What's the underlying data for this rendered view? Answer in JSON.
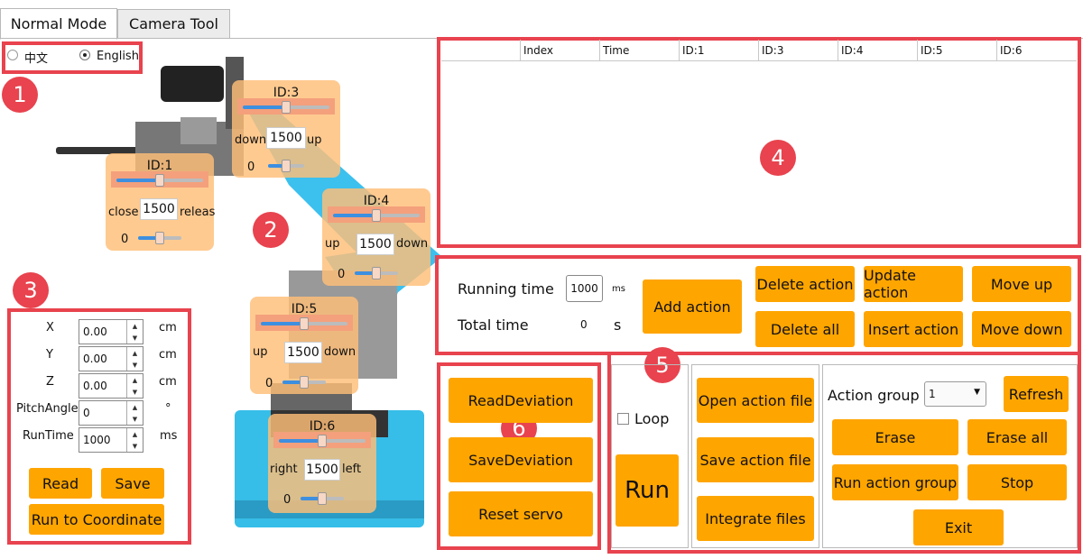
{
  "tabs": [
    {
      "label": "Normal Mode"
    },
    {
      "label": "Camera Tool"
    }
  ],
  "language": {
    "option_cn": "中文",
    "option_en": "English",
    "selected": "English"
  },
  "badges": [
    "1",
    "2",
    "3",
    "4",
    "5",
    "6"
  ],
  "servos": {
    "id1": {
      "title": "ID:1",
      "left_label": "close",
      "value": "1500",
      "right_label": "releas",
      "deviation": "0"
    },
    "id3": {
      "title": "ID:3",
      "left_label": "down",
      "value": "1500",
      "right_label": "up",
      "deviation": "0"
    },
    "id4": {
      "title": "ID:4",
      "left_label": "up",
      "value": "1500",
      "right_label": "down",
      "deviation": "0"
    },
    "id5": {
      "title": "ID:5",
      "left_label": "up",
      "value": "1500",
      "right_label": "down",
      "deviation": "0"
    },
    "id6": {
      "title": "ID:6",
      "left_label": "right",
      "value": "1500",
      "right_label": "left",
      "deviation": "0"
    }
  },
  "coordinates": {
    "rows": [
      {
        "label": "X",
        "value": "0.00",
        "unit": "cm"
      },
      {
        "label": "Y",
        "value": "0.00",
        "unit": "cm"
      },
      {
        "label": "Z",
        "value": "0.00",
        "unit": "cm"
      },
      {
        "label": "PitchAngle",
        "value": "0",
        "unit": "°"
      },
      {
        "label": "RunTime",
        "value": "1000",
        "unit": "ms"
      }
    ],
    "read_label": "Read",
    "save_label": "Save",
    "run_coord_label": "Run to Coordinate"
  },
  "table": {
    "columns": [
      "",
      "Index",
      "Time",
      "ID:1",
      "ID:3",
      "ID:4",
      "ID:5",
      "ID:6"
    ]
  },
  "actions": {
    "running_time_label": "Running time",
    "running_time_value": "1000",
    "running_time_unit": "ms",
    "total_time_label": "Total time",
    "total_time_value": "0",
    "total_time_unit": "s",
    "add_action": "Add action",
    "delete_action": "Delete action",
    "update_action": "Update action",
    "move_up": "Move up",
    "delete_all": "Delete all",
    "insert_action": "Insert action",
    "move_down": "Move down"
  },
  "deviation": {
    "read": "ReadDeviation",
    "save": "SaveDeviation",
    "reset": "Reset servo"
  },
  "run": {
    "loop_label": "Loop",
    "run_label": "Run"
  },
  "files": {
    "open": "Open action file",
    "save": "Save action file",
    "integrate": "Integrate files"
  },
  "group": {
    "label": "Action group",
    "selected": "1",
    "refresh": "Refresh",
    "erase": "Erase",
    "erase_all": "Erase all",
    "run_group": "Run action group",
    "stop": "Stop",
    "exit": "Exit"
  },
  "colors": {
    "accent_button": "#ffa500",
    "annotation_red": "#e8434e",
    "servo_overlay": "#ffbe78",
    "slider_blue": "#3d8fe0"
  }
}
